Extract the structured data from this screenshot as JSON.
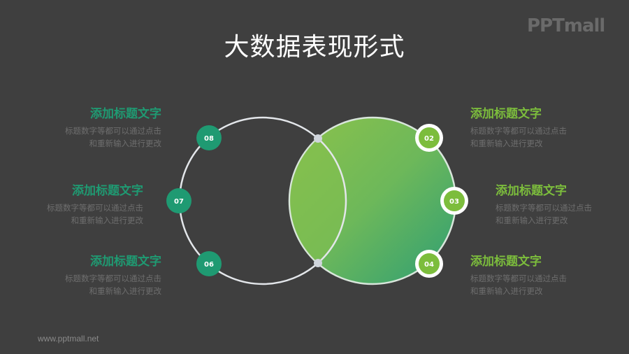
{
  "header": {
    "title": "大数据表现形式",
    "logo": "PPTmall"
  },
  "footer": {
    "url": "www.pptmall.net"
  },
  "colors": {
    "background": "#3f3f3f",
    "teal": "#1f9a72",
    "green": "#7cbd3c",
    "circle_stroke": "#d9dde3"
  },
  "left_items": [
    {
      "badge": "08",
      "title": "添加标题文字",
      "desc_line1": "标题数字等都可以通过点击",
      "desc_line2": "和重新输入进行更改"
    },
    {
      "badge": "07",
      "title": "添加标题文字",
      "desc_line1": "标题数字等都可以通过点击",
      "desc_line2": "和重新输入进行更改"
    },
    {
      "badge": "06",
      "title": "添加标题文字",
      "desc_line1": "标题数字等都可以通过点击",
      "desc_line2": "和重新输入进行更改"
    }
  ],
  "right_items": [
    {
      "badge": "02",
      "title": "添加标题文字",
      "desc_line1": "标题数字等都可以通过点击",
      "desc_line2": "和重新输入进行更改"
    },
    {
      "badge": "03",
      "title": "添加标题文字",
      "desc_line1": "标题数字等都可以通过点击",
      "desc_line2": "和重新输入进行更改"
    },
    {
      "badge": "04",
      "title": "添加标题文字",
      "desc_line1": "标题数字等都可以通过点击",
      "desc_line2": "和重新输入进行更改"
    }
  ]
}
